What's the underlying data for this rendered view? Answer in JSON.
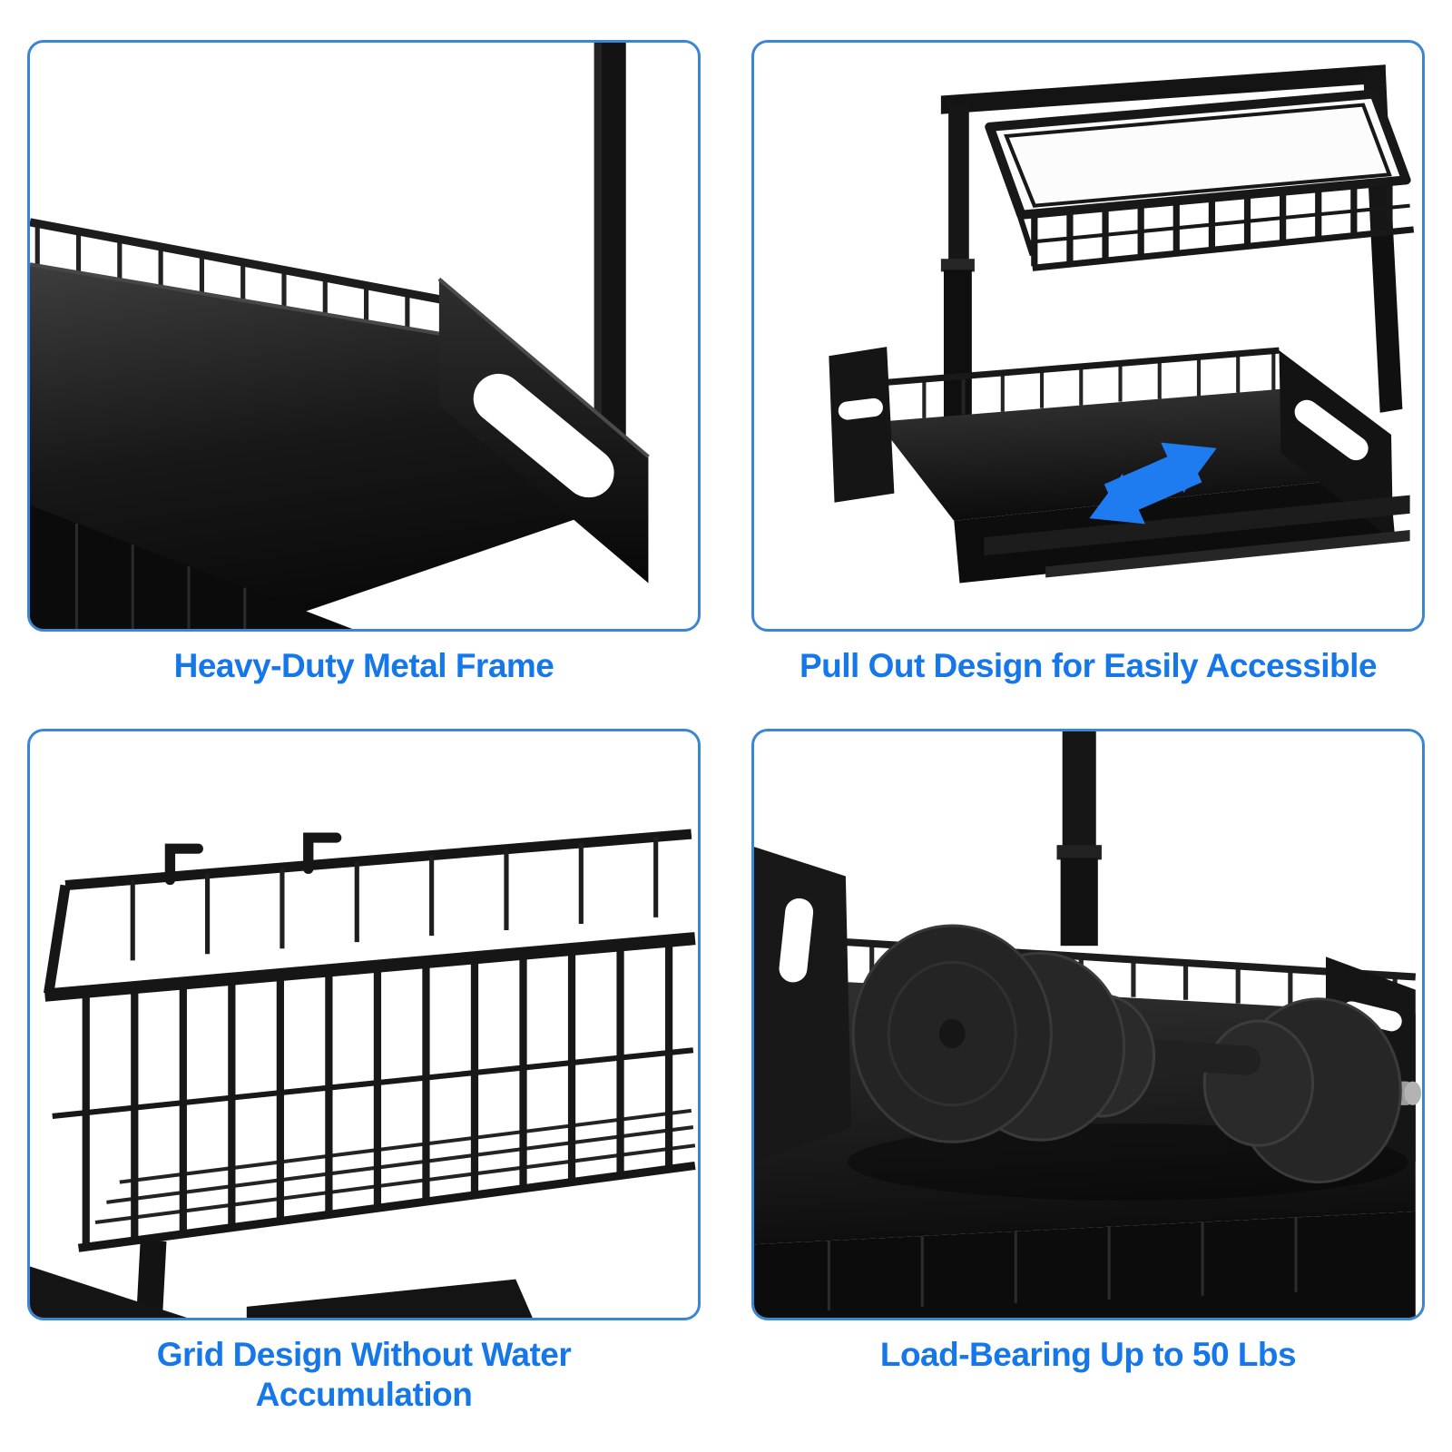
{
  "colors": {
    "caption_text": "#1677e8",
    "panel_border": "#3a86d4",
    "arrow_blue": "#1f7cf0",
    "product_black": "#161616",
    "background": "#ffffff"
  },
  "panels": [
    {
      "name": "heavy-duty-metal-frame",
      "caption": "Heavy-Duty Metal Frame"
    },
    {
      "name": "pull-out-design",
      "caption": "Pull Out Design for Easily Accessible"
    },
    {
      "name": "grid-design",
      "caption": "Grid Design Without Water Accumulation"
    },
    {
      "name": "load-bearing",
      "caption": "Load-Bearing Up to 50 Lbs"
    }
  ]
}
